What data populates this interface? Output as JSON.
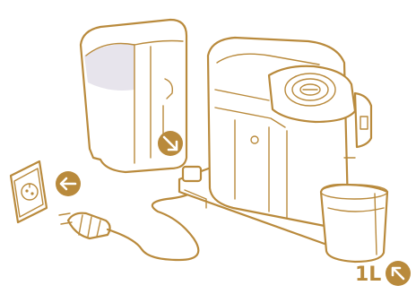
{
  "diagram": {
    "capacity_label": "1L",
    "colors": {
      "line": "#b98a3c",
      "badge": "#b98a3c",
      "background": "#ffffff",
      "tank_shadow": "#e7e4ec"
    },
    "badges": [
      {
        "name": "step-1-badge",
        "icon": "arrow-left-icon"
      },
      {
        "name": "step-2-badge",
        "icon": "arrow-down-right-icon"
      },
      {
        "name": "step-3-badge",
        "icon": "arrow-up-left-icon"
      }
    ]
  }
}
